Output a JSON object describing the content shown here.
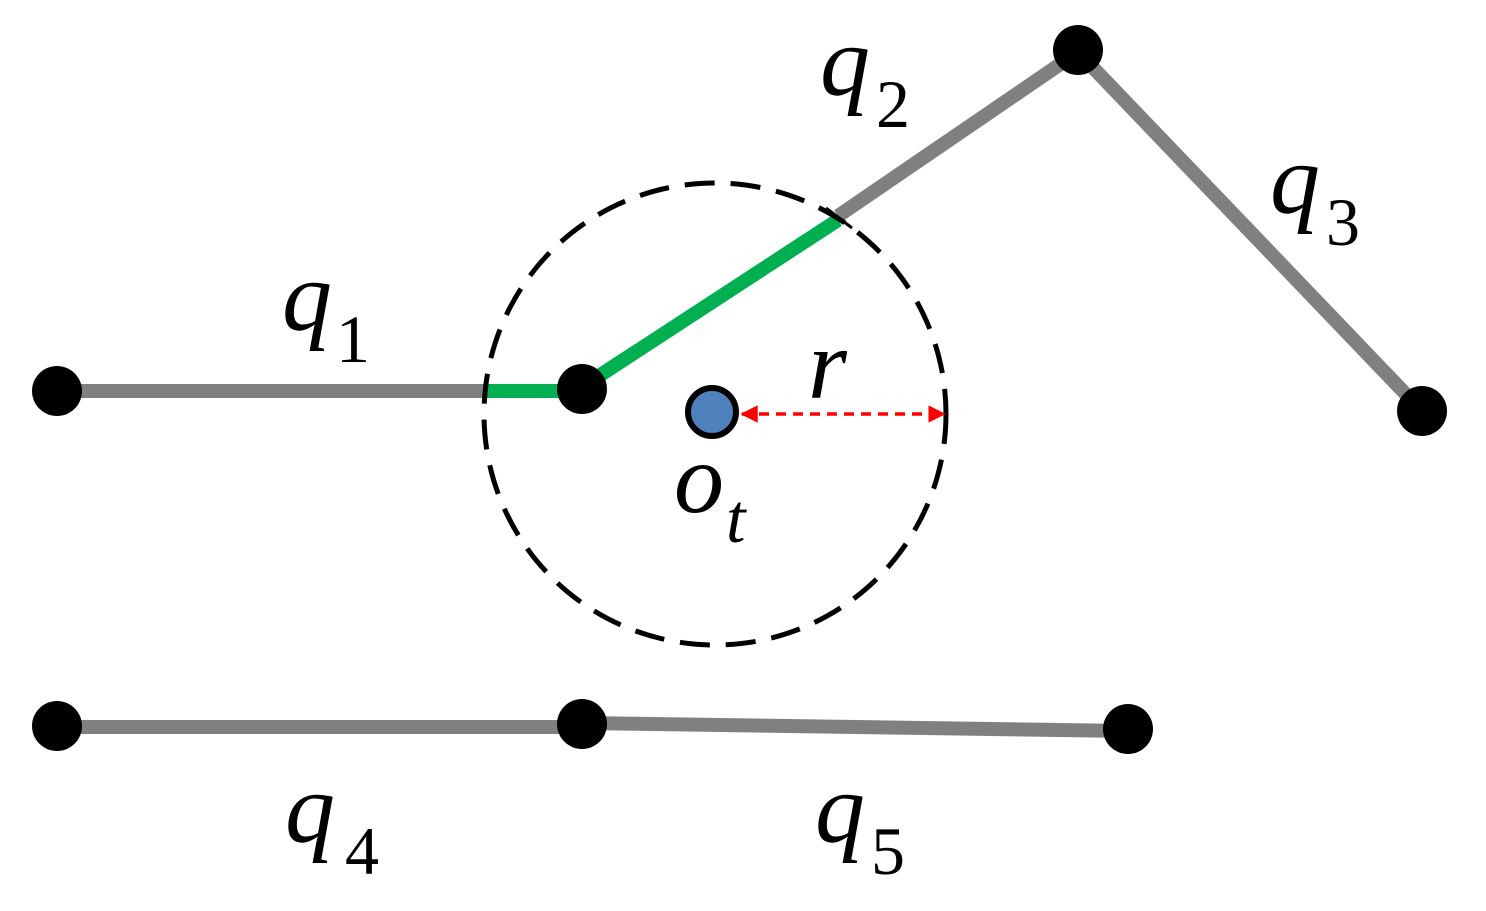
{
  "colors": {
    "segment": "#808080",
    "highlight": "#00b050",
    "node": "#000000",
    "query_point": "#4f81bd",
    "radius_arrow": "#ff0000",
    "circle": "#000000"
  },
  "labels": {
    "q1": {
      "base": "q",
      "sub": "1"
    },
    "q2": {
      "base": "q",
      "sub": "2"
    },
    "q3": {
      "base": "q",
      "sub": "3"
    },
    "q4": {
      "base": "q",
      "sub": "4"
    },
    "q5": {
      "base": "q",
      "sub": "5"
    },
    "ot": {
      "base": "o",
      "sub": "t"
    },
    "r": "r"
  }
}
